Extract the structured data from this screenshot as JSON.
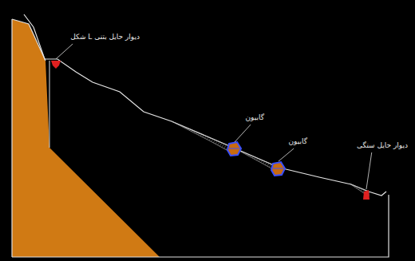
{
  "diagram": {
    "labels": [
      "دیوار حایل بتنی L شکل",
      "گابیون",
      "گابیون",
      "دیوار حایل سنگی"
    ]
  }
}
